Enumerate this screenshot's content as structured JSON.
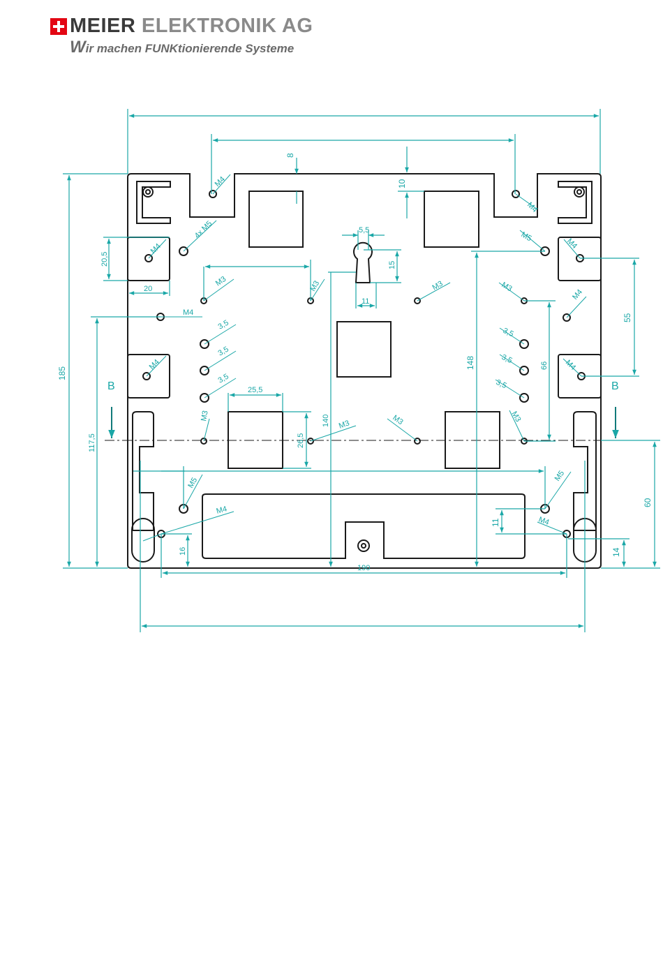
{
  "header": {
    "company_part1": "MEIER",
    "company_part2": "ELEKTRONIK AG",
    "tagline_initial": "W",
    "tagline_rest": "ir machen FUNKtionierende Systeme"
  },
  "colors": {
    "brand_red": "#e30613",
    "dimension_teal": "#1aa7a7",
    "outline": "#1a1a1a"
  },
  "drawing": {
    "section_mark": "B",
    "dimensions": {
      "d8": "8",
      "d10": "10",
      "d5_5": "5,5",
      "d15": "15",
      "d11_top": "11",
      "d20_5": "20,5",
      "d20": "20",
      "d185": "185",
      "d117_5": "117,5",
      "d148": "148",
      "d140": "140",
      "d55": "55",
      "d66": "66",
      "d60": "60",
      "d14": "14",
      "d11_right": "11",
      "d16": "16",
      "d190": "190",
      "d25_5": "25,5",
      "d26_5": "26,5"
    },
    "hole_labels": {
      "m4": "M4",
      "m5": "M5",
      "m3": "M3",
      "m4x5": "4x M5",
      "d35": "3,5"
    }
  }
}
